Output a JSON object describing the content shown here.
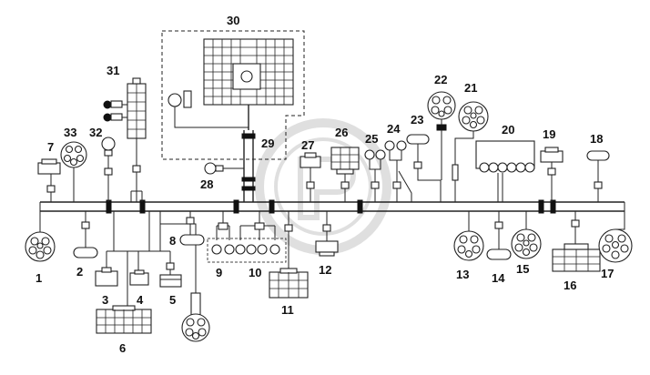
{
  "diagram": {
    "labels": [
      {
        "id": "1",
        "text": "1"
      },
      {
        "id": "2",
        "text": "2"
      },
      {
        "id": "3",
        "text": "3"
      },
      {
        "id": "4",
        "text": "4"
      },
      {
        "id": "5",
        "text": "5"
      },
      {
        "id": "6",
        "text": "6"
      },
      {
        "id": "7",
        "text": "7"
      },
      {
        "id": "8",
        "text": "8"
      },
      {
        "id": "9",
        "text": "9"
      },
      {
        "id": "10",
        "text": "10"
      },
      {
        "id": "11",
        "text": "11"
      },
      {
        "id": "12",
        "text": "12"
      },
      {
        "id": "13",
        "text": "13"
      },
      {
        "id": "14",
        "text": "14"
      },
      {
        "id": "15",
        "text": "15"
      },
      {
        "id": "16",
        "text": "16"
      },
      {
        "id": "17",
        "text": "17"
      },
      {
        "id": "18",
        "text": "18"
      },
      {
        "id": "19",
        "text": "19"
      },
      {
        "id": "20",
        "text": "20"
      },
      {
        "id": "21",
        "text": "21"
      },
      {
        "id": "22",
        "text": "22"
      },
      {
        "id": "23",
        "text": "23"
      },
      {
        "id": "24",
        "text": "24"
      },
      {
        "id": "25",
        "text": "25"
      },
      {
        "id": "26",
        "text": "26"
      },
      {
        "id": "27",
        "text": "27"
      },
      {
        "id": "28",
        "text": "28"
      },
      {
        "id": "29",
        "text": "29"
      },
      {
        "id": "30",
        "text": "30"
      },
      {
        "id": "31",
        "text": "31"
      },
      {
        "id": "32",
        "text": "32"
      },
      {
        "id": "33",
        "text": "33"
      }
    ]
  }
}
